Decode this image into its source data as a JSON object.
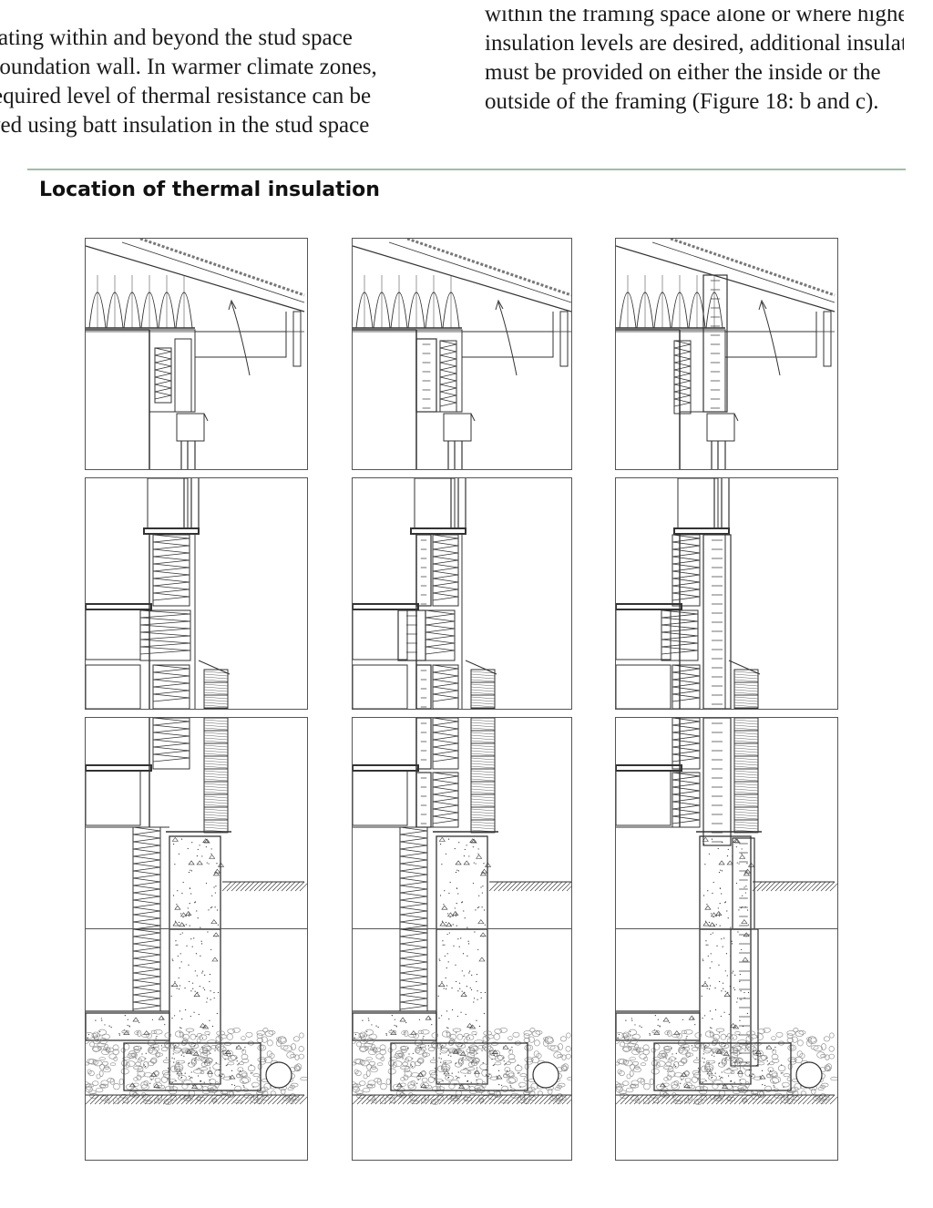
{
  "text": {
    "left_column": [
      "ating within and beyond the stud space",
      "foundation wall. In warmer climate zones,",
      "equired level of thermal resistance can be",
      "ved using batt insulation in the stud space"
    ],
    "right_column": [
      "within the framing space alone or where higher",
      "insulation levels are desired, additional insulation",
      "must be provided on either the inside or the",
      "outside of the framing (Figure 18: b and c)."
    ]
  },
  "section": {
    "heading": "Location of thermal insulation"
  },
  "figure": {
    "columns": [
      {
        "id": "a",
        "insulation": "stud-cavity-batt"
      },
      {
        "id": "b",
        "insulation": "interior-added"
      },
      {
        "id": "c",
        "insulation": "exterior-continuous"
      }
    ],
    "rows": [
      "roof-eave-and-window-head",
      "window-sill-and-floor",
      "floor-and-foundation-top",
      "footing-and-drain"
    ],
    "colors": {
      "line": "#333333",
      "rule": "#9dbfa6"
    }
  }
}
